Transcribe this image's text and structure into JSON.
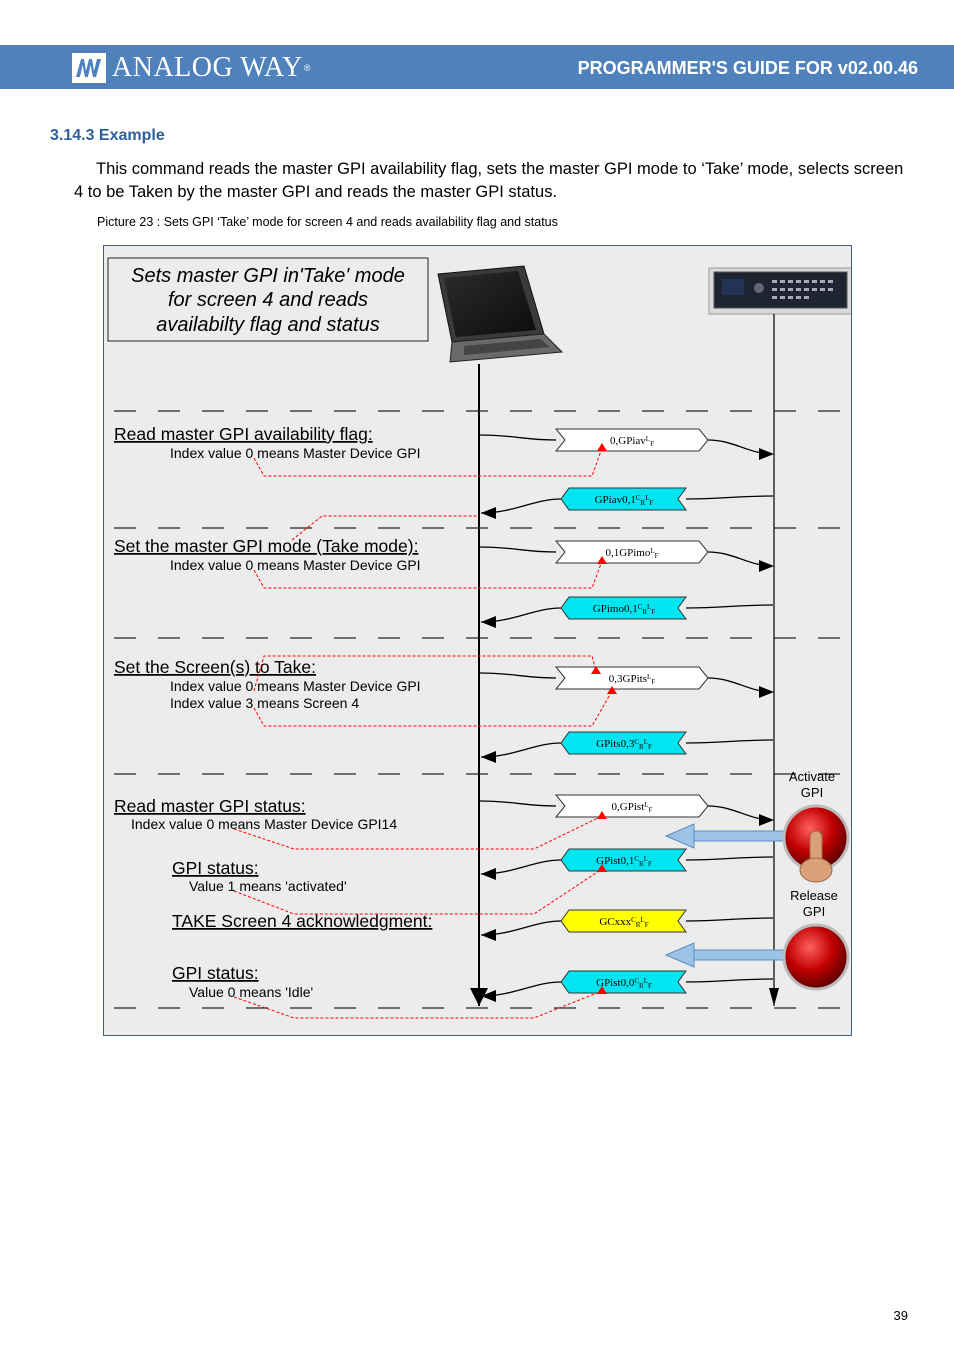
{
  "header": {
    "brand": "ANALOG WAY",
    "brand_mark": "®",
    "title": "PROGRAMMER'S GUIDE FOR v02.00.46"
  },
  "section": {
    "heading": "3.14.3  Example",
    "paragraph": "This command reads the master GPI availability flag, sets the master GPI mode to ‘Take’ mode, selects screen 4 to be Taken by the master GPI and reads the master GPI status.",
    "caption": "Picture 23 : Sets GPI ‘Take’ mode for screen 4 and reads availability flag and status"
  },
  "diagram": {
    "title_lines": [
      "Sets master GPI in'Take' mode",
      "for screen 4 and reads",
      "availabilty flag and status"
    ],
    "steps": [
      {
        "label": "Read master GPI availability flag:",
        "notes": [
          "Index value 0 means Master Device GPI"
        ]
      },
      {
        "label": "Set the master GPI mode (Take mode):",
        "notes": [
          "Index value 0 means Master Device GPI"
        ]
      },
      {
        "label": "Set the Screen(s) to Take:",
        "notes": [
          "Index value 0 means Master Device GPI",
          "Index value 3 means Screen 4"
        ]
      },
      {
        "label": "Read master GPI status:",
        "notes": [
          "Index value 0 means Master Device GPI14"
        ]
      },
      {
        "label": "GPI status:",
        "notes": [
          "Value  1 means 'activated'"
        ]
      },
      {
        "label": "TAKE Screen 4 acknowledgment:",
        "notes": []
      },
      {
        "label": "GPI status:",
        "notes": [
          "Value  0 means 'Idle'"
        ]
      }
    ],
    "commands": [
      {
        "text": "0,GPiav",
        "sub": "LF",
        "kind": "send",
        "color": "#ffffff"
      },
      {
        "text": "GPiav0,1",
        "sub": "CRLF",
        "kind": "reply",
        "color": "#00e5f0"
      },
      {
        "text": "0,1GPimo",
        "sub": "LF",
        "kind": "send",
        "color": "#ffffff"
      },
      {
        "text": "GPimo0,1",
        "sub": "CRLF",
        "kind": "reply",
        "color": "#00e5f0"
      },
      {
        "text": "0,3GPits",
        "sub": "LF",
        "kind": "send",
        "color": "#ffffff"
      },
      {
        "text": "GPits0,3",
        "sub": "CRLF",
        "kind": "reply",
        "color": "#00e5f0"
      },
      {
        "text": "0,GPist",
        "sub": "LF",
        "kind": "send",
        "color": "#ffffff"
      },
      {
        "text": "GPist0,1",
        "sub": "CRLF",
        "kind": "reply",
        "color": "#00e5f0"
      },
      {
        "text": "GCxxx",
        "sub": "CRLF",
        "kind": "reply",
        "color": "#ffff00"
      },
      {
        "text": "GPist0,0",
        "sub": "CRLF",
        "kind": "reply",
        "color": "#00e5f0"
      }
    ],
    "activate_label": [
      "Activate",
      "GPI"
    ],
    "release_label": [
      "Release",
      "GPI"
    ]
  },
  "colors": {
    "header_blue": "#4f81bd",
    "heading_blue": "#2e5f98",
    "reply_cyan": "#00e5f0",
    "ack_yellow": "#ffff00",
    "note_red": "#ff0000",
    "arrow_blue": "#9cc3e6"
  },
  "page_number": "39"
}
